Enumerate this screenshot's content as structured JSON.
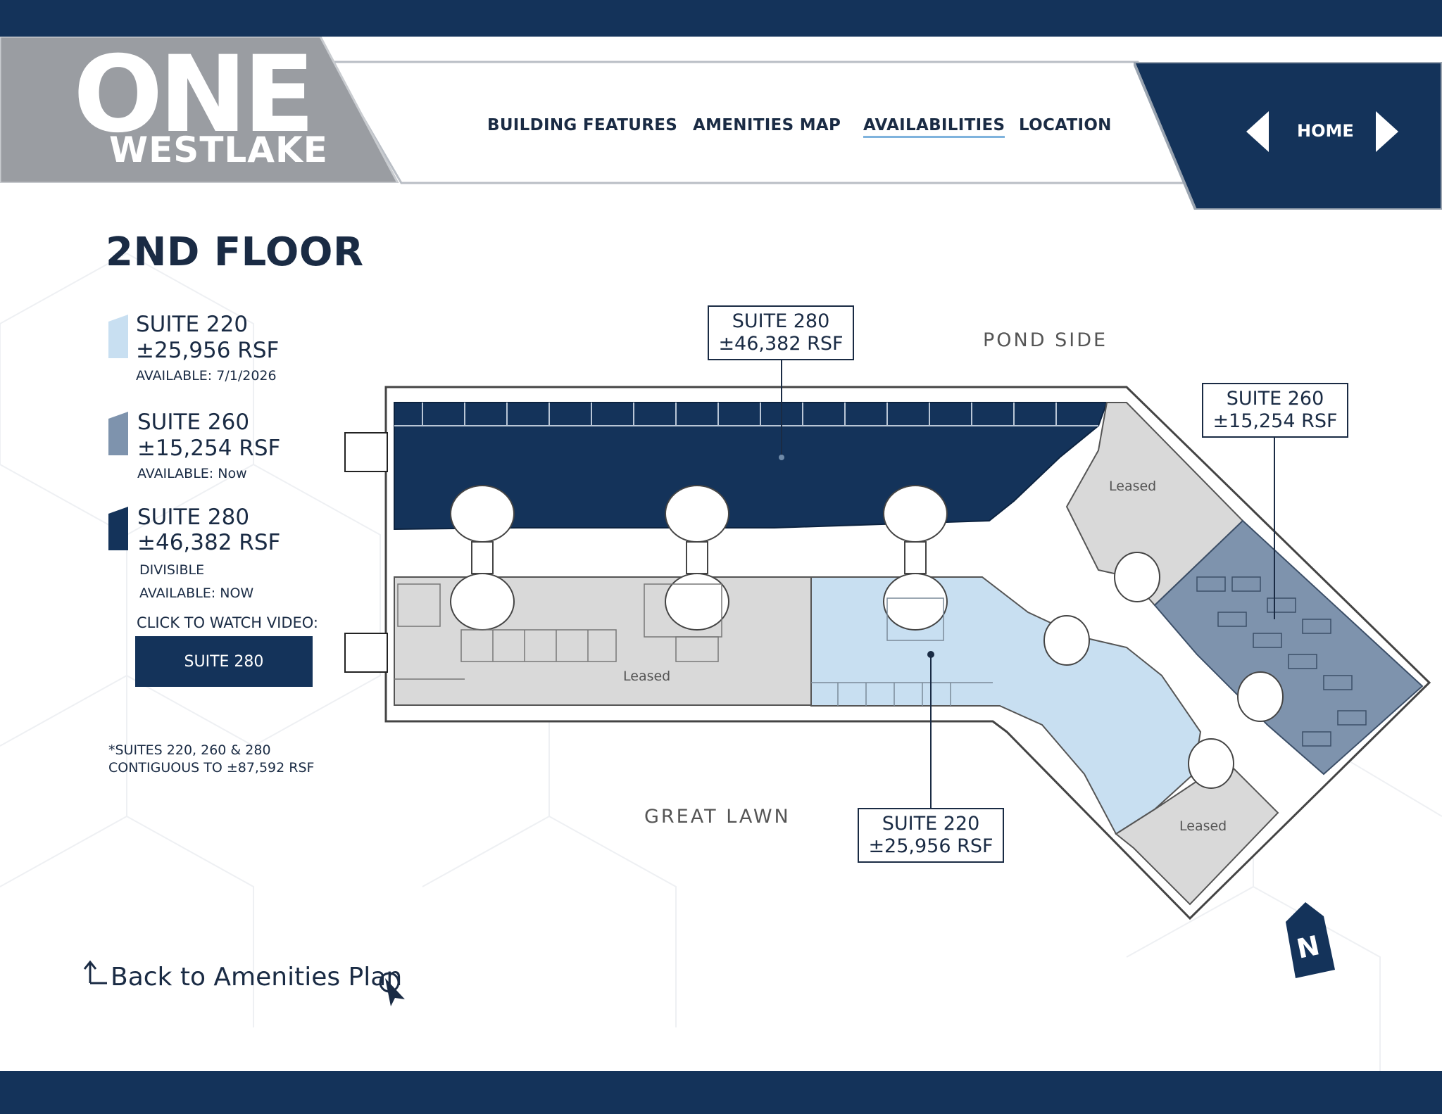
{
  "logo": {
    "line1": "ONE",
    "line2": "WESTLAKE"
  },
  "nav": {
    "items": [
      {
        "label": "BUILDING FEATURES"
      },
      {
        "label": "AMENITIES MAP"
      },
      {
        "label": "AVAILABILITIES",
        "active": true
      },
      {
        "label": "LOCATION"
      }
    ],
    "home_label": "HOME"
  },
  "page_title": "2ND FLOOR",
  "legend": {
    "suites": [
      {
        "name": "SUITE 220",
        "rsf": "±25,956 RSF",
        "notes": [
          "AVAILABLE: 7/1/2026"
        ],
        "color": "#c8dff1"
      },
      {
        "name": "SUITE 260",
        "rsf": "±15,254 RSF",
        "notes": [
          "AVAILABLE: Now"
        ],
        "color": "#7e93ad"
      },
      {
        "name": "SUITE 280",
        "rsf": "±46,382 RSF",
        "notes": [
          "DIVISIBLE",
          "AVAILABLE: NOW"
        ],
        "color": "#14335a"
      }
    ],
    "video_label": "CLICK TO WATCH VIDEO:",
    "video_button": "SUITE 280",
    "footnote_line1": "*SUITES 220, 260 & 280",
    "footnote_line2": "CONTIGUOUS TO ±87,592 RSF"
  },
  "plan": {
    "orientation_labels": {
      "top": "POND SIDE",
      "bottom": "GREAT LAWN"
    },
    "callouts": [
      {
        "name": "SUITE 280",
        "rsf": "±46,382 RSF"
      },
      {
        "name": "SUITE 260",
        "rsf": "±15,254 RSF"
      },
      {
        "name": "SUITE 220",
        "rsf": "±25,956 RSF"
      }
    ],
    "leased_label": "Leased",
    "north_label": "N",
    "colors": {
      "suite_220": "#c8dff1",
      "suite_260": "#7e93ad",
      "suite_280": "#14335a",
      "leased": "#d9d9d9",
      "corridor": "#ffffff"
    }
  },
  "back_link": {
    "label": "Back to Amenities Plan"
  }
}
